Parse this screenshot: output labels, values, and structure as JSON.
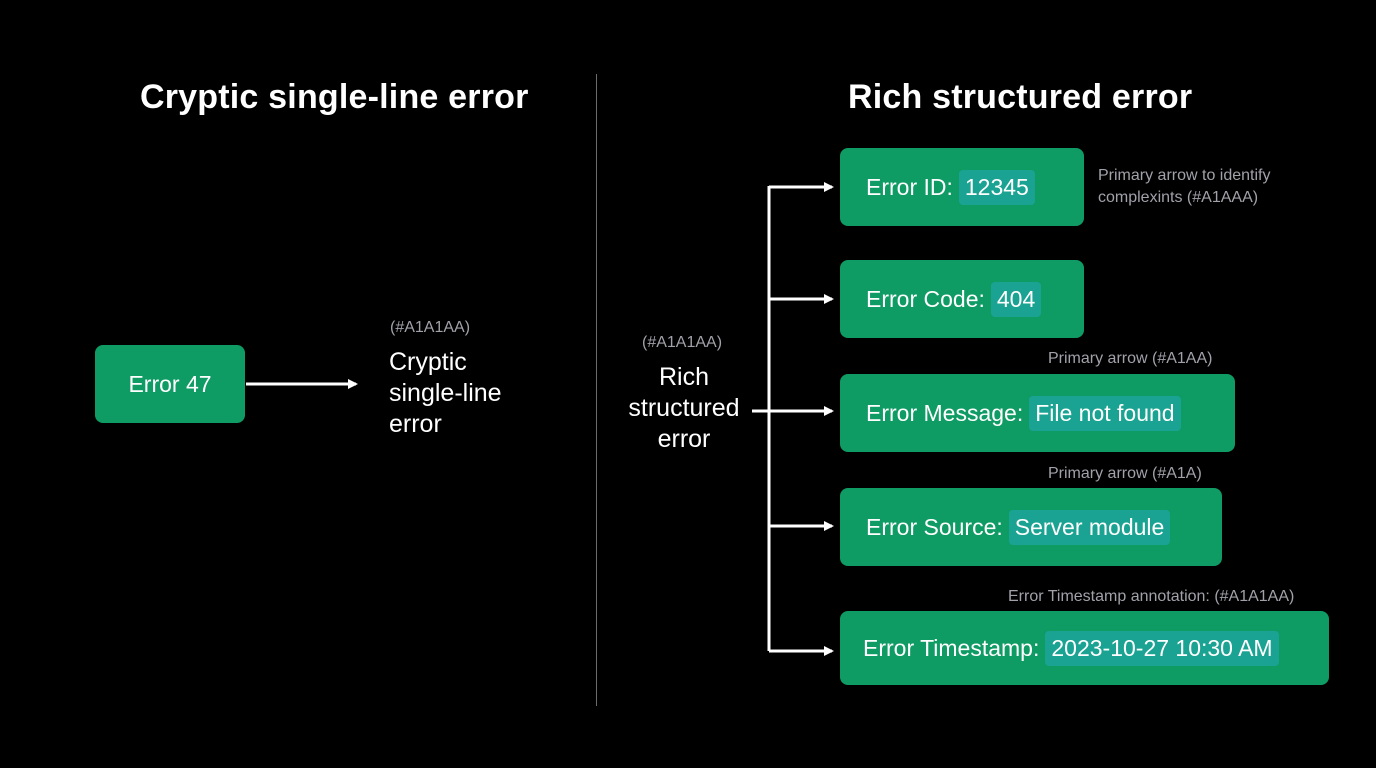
{
  "left": {
    "title": "Cryptic single-line error",
    "error_box": "Error 47",
    "caption": "(#A1A1AA)",
    "description_lines": [
      "Cryptic",
      "single-line",
      "error"
    ]
  },
  "right": {
    "title": "Rich structured error",
    "caption": "(#A1A1AA)",
    "description_lines": [
      "Rich",
      "structured",
      "error"
    ],
    "fields": [
      {
        "label": "Error ID:",
        "value": "12345"
      },
      {
        "label": "Error Code:",
        "value": "404"
      },
      {
        "label": "Error Message:",
        "value": "File not found"
      },
      {
        "label": "Error Source:",
        "value": "Server module"
      },
      {
        "label": "Error Timestamp:",
        "value": "2023-10-27 10:30 AM"
      }
    ],
    "annotations": {
      "id_note": [
        "Primary arrow to identify",
        "complexints (#A1AAA)"
      ],
      "message_note": "Primary arrow (#A1AA)",
      "source_note": "Primary arrow (#A1A)",
      "timestamp_note": "Error Timestamp annotation: (#A1A1AA)"
    }
  },
  "colors": {
    "background": "#000000",
    "box_green": "#0f9b64",
    "chip_teal": "#1aa392",
    "annotation_gray": "#a1a1aa",
    "divider": "#6b6b6b"
  }
}
